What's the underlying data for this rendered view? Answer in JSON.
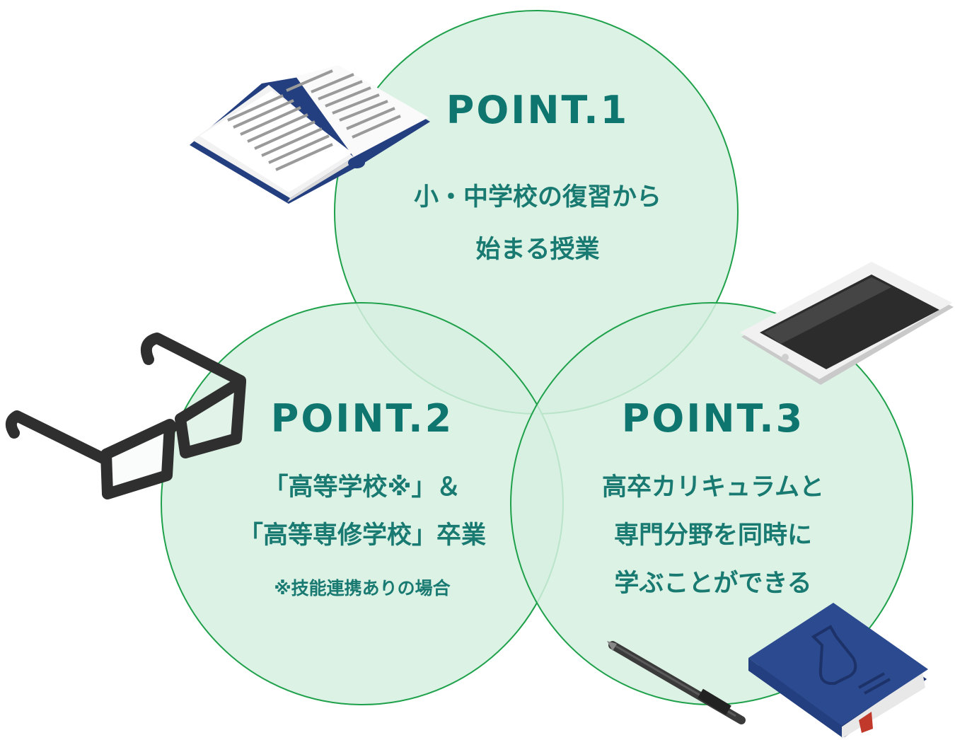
{
  "points": [
    {
      "title": "POINT.1",
      "lines": [
        "小・中学校の復習から",
        "始まる授業"
      ]
    },
    {
      "title": "POINT.2",
      "lines": [
        "「高等学校※」＆",
        "「高等専修学校」卒業"
      ],
      "note": "※技能連携ありの場合"
    },
    {
      "title": "POINT.3",
      "lines": [
        "高卒カリキュラムと",
        "専門分野を同時に",
        "学ぶことができる"
      ]
    }
  ],
  "colors": {
    "circle_fill": "#d6f0e0",
    "circle_stroke": "#1ea14a",
    "text": "#197a72",
    "book_cover": "#2b4a8f",
    "glasses": "#2f2f2f"
  },
  "icons": [
    "open-book-icon",
    "glasses-icon",
    "tablet-icon",
    "pen-icon",
    "closed-book-icon"
  ]
}
